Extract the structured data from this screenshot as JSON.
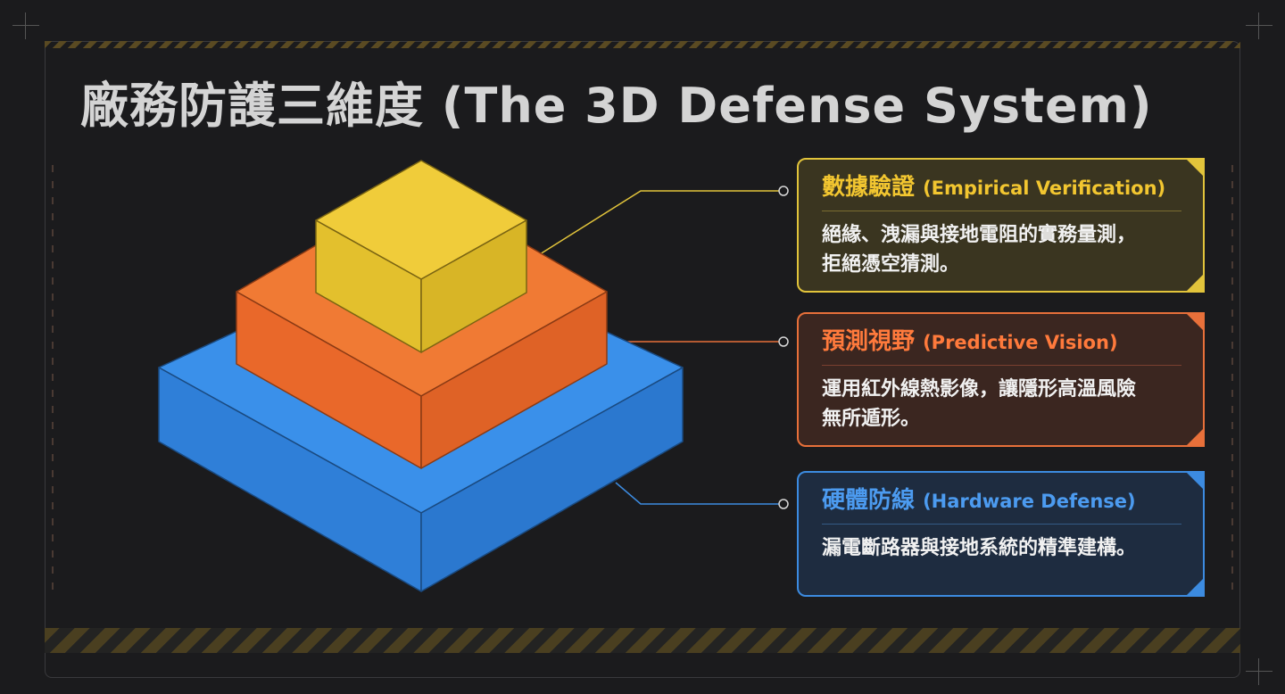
{
  "title": "廠務防護三維度 (The 3D Defense System)",
  "colors": {
    "background": "#1b1b1d",
    "yellow": "#e7c72b",
    "orange": "#ec6e2c",
    "blue": "#2f86e4"
  },
  "layers": [
    {
      "color": "yellow",
      "title_zh": "數據驗證",
      "title_en": "(Empirical Verification)",
      "body_lines": [
        "絕緣、洩漏與接地電阻的實務量測，",
        "拒絕憑空猜測。"
      ]
    },
    {
      "color": "orange",
      "title_zh": "預測視野",
      "title_en": "(Predictive Vision)",
      "body_lines": [
        "運用紅外線熱影像，讓隱形高溫風險",
        "無所遁形。"
      ]
    },
    {
      "color": "blue",
      "title_zh": "硬體防線",
      "title_en": "(Hardware Defense)",
      "body_lines": [
        "漏電斷路器與接地系統的精準建構。"
      ]
    }
  ]
}
